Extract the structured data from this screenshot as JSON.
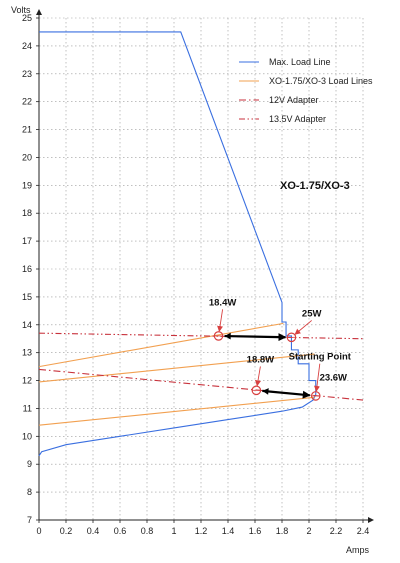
{
  "chart_data": {
    "type": "line",
    "title": "XO-1.75/XO-3",
    "xlabel": "Amps",
    "ylabel": "Volts",
    "xlim": [
      0,
      2.4
    ],
    "ylim": [
      7,
      25
    ],
    "x_ticks": [
      "0",
      "0.2",
      "0.4",
      "0.6",
      "0.8",
      "1",
      "1.2",
      "1.4",
      "1.6",
      "1.8",
      "2",
      "2.2",
      "2.4"
    ],
    "y_ticks": [
      "7",
      "8",
      "9",
      "10",
      "11",
      "12",
      "13",
      "14",
      "15",
      "16",
      "17",
      "18",
      "19",
      "20",
      "21",
      "22",
      "23",
      "24",
      "25"
    ],
    "grid": true,
    "legend_position": "top-right",
    "colors": {
      "max_load": "#3a6fe0",
      "xo_load": "#f2a050",
      "adapter": "#c8323c",
      "marker": "#d84040",
      "arrow": "#000000"
    },
    "series": [
      {
        "name": "Max. Load Line",
        "style": "solid",
        "color": "#3a6fe0",
        "points": [
          [
            0,
            9.3
          ],
          [
            0.02,
            9.45
          ],
          [
            0.2,
            9.7
          ],
          [
            0.6,
            10.0
          ],
          [
            1.0,
            10.3
          ],
          [
            1.4,
            10.6
          ],
          [
            1.8,
            10.9
          ],
          [
            1.95,
            11.05
          ],
          [
            2.03,
            11.3
          ],
          [
            2.05,
            11.5
          ],
          [
            2.05,
            12.0
          ],
          [
            2.0,
            12.0
          ],
          [
            2.0,
            12.6
          ],
          [
            1.92,
            12.6
          ],
          [
            1.92,
            13.1
          ],
          [
            1.87,
            13.1
          ],
          [
            1.87,
            13.6
          ],
          [
            1.83,
            13.6
          ],
          [
            1.83,
            14.1
          ],
          [
            1.8,
            14.1
          ],
          [
            1.8,
            14.8
          ],
          [
            1.05,
            24.5
          ],
          [
            0,
            24.5
          ]
        ]
      },
      {
        "name": "XO-1.75/XO-3 Load Lines",
        "style": "solid",
        "color": "#f2a050",
        "lines": [
          [
            [
              0,
              10.4
            ],
            [
              2.04,
              11.4
            ]
          ],
          [
            [
              0,
              11.95
            ],
            [
              2.04,
              12.95
            ]
          ],
          [
            [
              0,
              12.5
            ],
            [
              1.81,
              14.05
            ]
          ]
        ]
      },
      {
        "name": "12V Adapter",
        "style": "dash-dot",
        "color": "#c8323c",
        "points": [
          [
            0,
            12.4
          ],
          [
            2.4,
            11.3
          ]
        ]
      },
      {
        "name": "13.5V Adapter",
        "style": "dash-dot-dot",
        "color": "#c8323c",
        "points": [
          [
            0,
            13.7
          ],
          [
            2.4,
            13.5
          ]
        ]
      }
    ],
    "markers": [
      {
        "x": 1.33,
        "y": 13.6
      },
      {
        "x": 1.87,
        "y": 13.55
      },
      {
        "x": 1.61,
        "y": 11.65
      },
      {
        "x": 2.05,
        "y": 11.45
      }
    ],
    "arrows": [
      {
        "from": [
          1.33,
          13.6
        ],
        "to": [
          1.87,
          13.55
        ]
      },
      {
        "from": [
          1.61,
          11.65
        ],
        "to": [
          2.05,
          11.45
        ]
      }
    ],
    "annotations": [
      {
        "text": "18.4W",
        "x": 1.36,
        "y": 14.7,
        "pointer_to": [
          1.33,
          13.6
        ]
      },
      {
        "text": "25W",
        "x": 2.02,
        "y": 14.3,
        "pointer_to": [
          1.87,
          13.55
        ]
      },
      {
        "text": "18.8W",
        "x": 1.64,
        "y": 12.65,
        "pointer_to": [
          1.61,
          11.65
        ]
      },
      {
        "text": "Starting Point",
        "x": 2.08,
        "y": 12.75,
        "pointer_to": [
          2.05,
          11.45
        ]
      },
      {
        "text": "23.6W",
        "x": 2.18,
        "y": 12.0,
        "pointer_to": null
      }
    ]
  }
}
